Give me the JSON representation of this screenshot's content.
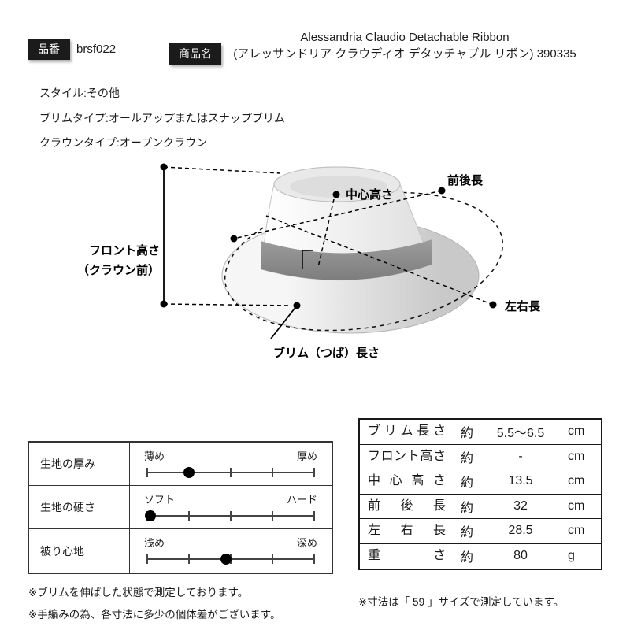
{
  "header": {
    "item_code_label": "品番",
    "item_code_value": "brsf022",
    "product_name_label": "商品名",
    "product_name_line1": "Alessandria Claudio Detachable Ribbon",
    "product_name_line2": "(アレッサンドリア クラウディオ デタッチャブル リボン) 390335"
  },
  "attributes": {
    "style": "スタイル:その他",
    "brim_type": "ブリムタイプ:オールアップまたはスナップブリム",
    "crown_type": "クラウンタイプ:オープンクラウン"
  },
  "diagram": {
    "labels": {
      "center_height": "中心高さ",
      "front_back_length": "前後長",
      "front_height_line1": "フロント高さ",
      "front_height_line2": "（クラウン前）",
      "left_right_length": "左右長",
      "brim_length": "ブリム（つば）長さ"
    }
  },
  "sliders": {
    "rows": [
      {
        "label": "生地の厚み",
        "min_label": "薄め",
        "max_label": "厚め",
        "value_pct": 25
      },
      {
        "label": "生地の硬さ",
        "min_label": "ソフト",
        "max_label": "ハード",
        "value_pct": 2
      },
      {
        "label": "被り心地",
        "min_label": "浅め",
        "max_label": "深め",
        "value_pct": 47
      }
    ]
  },
  "spec": {
    "rows": [
      {
        "label": "ブリム長さ",
        "approx": "約",
        "value": "5.5〜6.5",
        "unit": "cm"
      },
      {
        "label": "フロント高さ",
        "approx": "約",
        "value": "-",
        "unit": "cm"
      },
      {
        "label": "中心高さ",
        "approx": "約",
        "value": "13.5",
        "unit": "cm"
      },
      {
        "label": "前後長",
        "approx": "約",
        "value": "32",
        "unit": "cm"
      },
      {
        "label": "左右長",
        "approx": "約",
        "value": "28.5",
        "unit": "cm"
      },
      {
        "label": "重さ",
        "approx": "約",
        "value": "80",
        "unit": "g"
      }
    ]
  },
  "notes": {
    "left1": "※ブリムを伸ばした状態で測定しております。",
    "left2": "※手編みの為、各寸法に多少の個体差がございます。",
    "right": "※寸法は「 59 」サイズで測定しています。"
  }
}
